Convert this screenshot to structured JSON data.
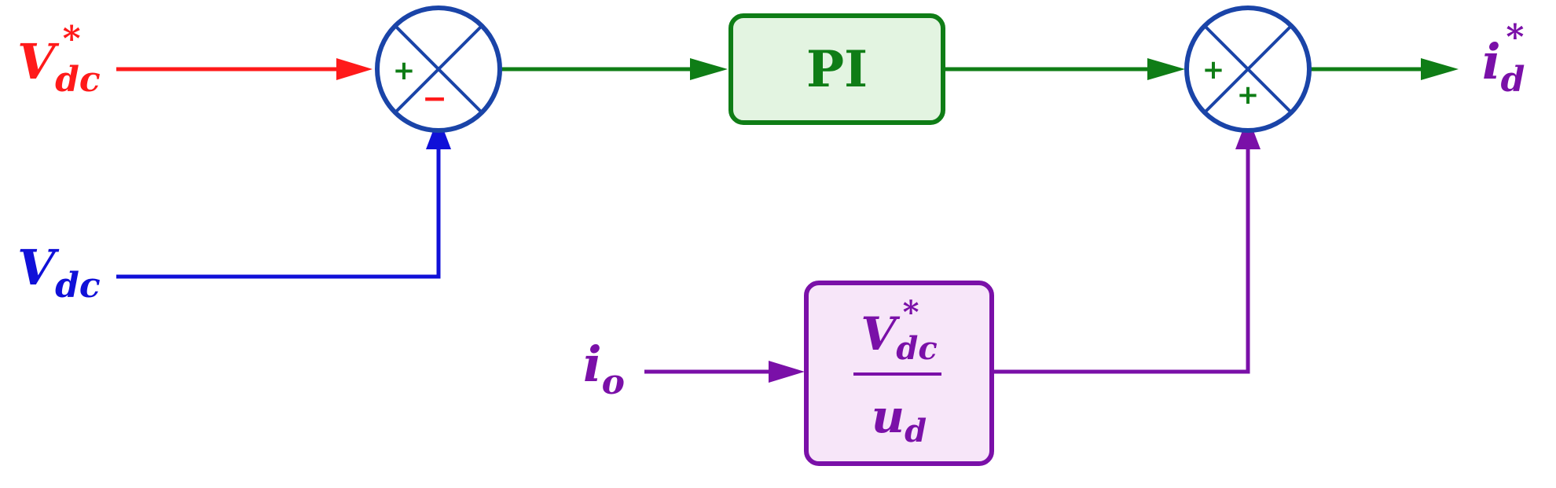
{
  "colors": {
    "red": "#ff1a1a",
    "blue": "#1010d8",
    "green": "#0f7d16",
    "purple": "#7a10a8",
    "circle_stroke": "#1a44a8",
    "pi_fill": "#e3f4e1",
    "ff_fill": "#f7e6f9"
  },
  "inputs": {
    "vdc_ref": {
      "main": "V",
      "sub": "dc",
      "sup": "*"
    },
    "vdc": {
      "main": "V",
      "sub": "dc"
    },
    "io": {
      "main": "i",
      "sub": "o"
    }
  },
  "output": {
    "main": "i",
    "sub": "d",
    "sup": "*"
  },
  "blocks": {
    "pi": {
      "label": "PI"
    },
    "feedforward": {
      "numerator": {
        "main": "V",
        "sub": "dc",
        "sup": "*"
      },
      "denominator": {
        "main": "u",
        "sub": "d"
      }
    }
  },
  "summers": {
    "error": {
      "sign_top": "+",
      "sign_bottom": "−"
    },
    "output": {
      "sign_top": "+",
      "sign_bottom": "+"
    }
  }
}
